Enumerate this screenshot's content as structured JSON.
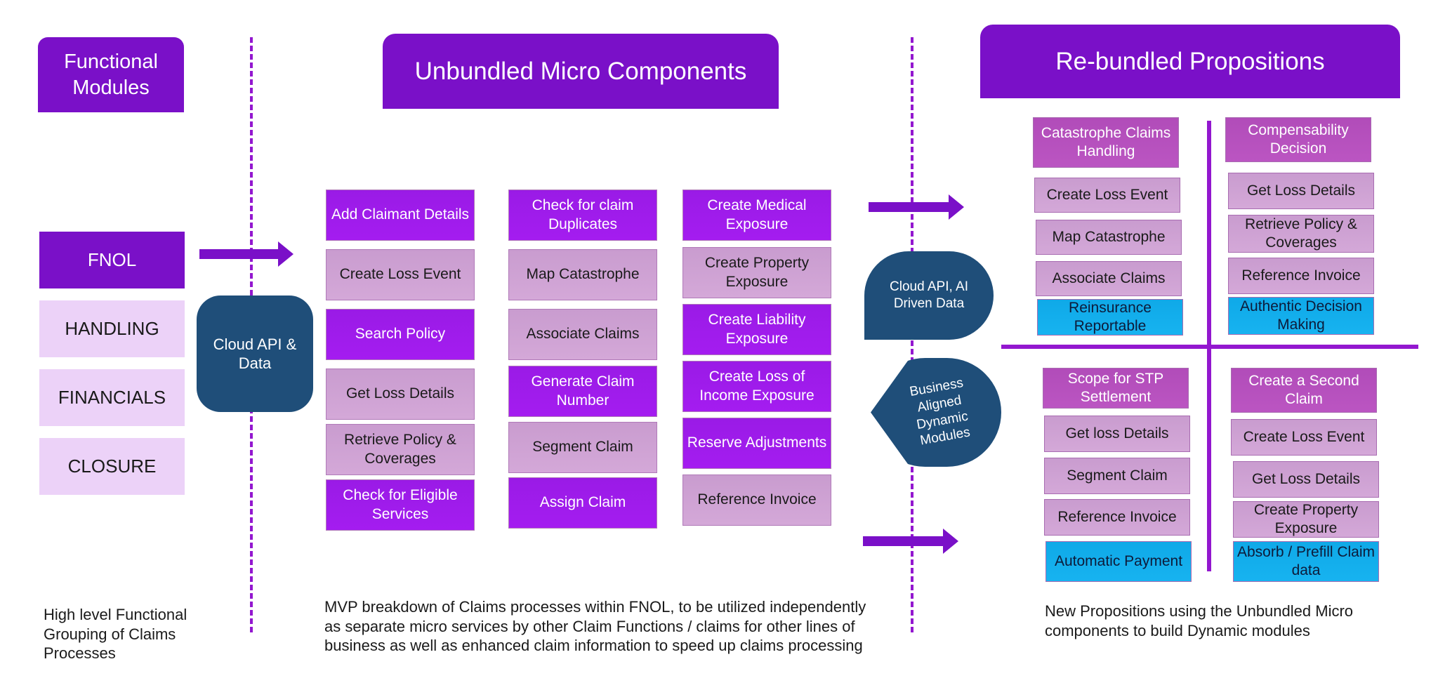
{
  "left": {
    "header": "Functional Modules",
    "modules": [
      "FNOL",
      "HANDLING",
      "FINANCIALS",
      "CLOSURE"
    ],
    "cloud_api": "Cloud API & Data",
    "note": "High level Functional Grouping of Claims Processes"
  },
  "middle": {
    "header": "Unbundled Micro Components",
    "col1": [
      "Add Claimant Details",
      "Create Loss Event",
      "Search Policy",
      "Get Loss Details",
      "Retrieve Policy & Coverages",
      "Check for Eligible Services"
    ],
    "col2": [
      "Check for claim Duplicates",
      "Map Catastrophe",
      "Associate Claims",
      "Generate Claim Number",
      "Segment Claim",
      "Assign Claim"
    ],
    "col3": [
      "Create Medical Exposure",
      "Create Property Exposure",
      "Create Liability Exposure",
      "Create Loss of Income Exposure",
      "Reserve Adjustments",
      "Reference Invoice"
    ],
    "note": "MVP breakdown of Claims processes within FNOL, to be utilized independently  as separate micro services by other Claim Functions /  claims for other lines of business as well as enhanced claim information to speed up claims processing"
  },
  "bridge": {
    "cloud_ai": "Cloud API, AI Driven Data",
    "business_modules": "Business Aligned Dynamic Modules"
  },
  "right": {
    "header": "Re-bundled Propositions",
    "q1": [
      "Catastrophe Claims Handling",
      "Create Loss Event",
      "Map Catastrophe",
      "Associate Claims",
      "Reinsurance Reportable"
    ],
    "q2": [
      "Compensability Decision",
      "Get Loss Details",
      "Retrieve Policy & Coverages",
      "Reference Invoice",
      "Authentic Decision Making"
    ],
    "q3": [
      "Scope for STP Settlement",
      "Get loss Details",
      "Segment Claim",
      "Reference Invoice",
      "Automatic Payment"
    ],
    "q4": [
      "Create a Second Claim",
      "Create Loss Event",
      "Get Loss Details",
      "Create Property Exposure",
      "Absorb / Prefill Claim data"
    ],
    "note": "New Propositions using the Unbundled Micro components to build Dynamic modules"
  },
  "colors": {
    "header": "#7a10c8",
    "vivid_purple": "#a41cf0",
    "pale_mauve": "#d4a8d8",
    "magenta": "#b14cb9",
    "cyan": "#17b3f0",
    "navy_blob": "#1f4e79",
    "light_lavender": "#ecd2f8"
  }
}
